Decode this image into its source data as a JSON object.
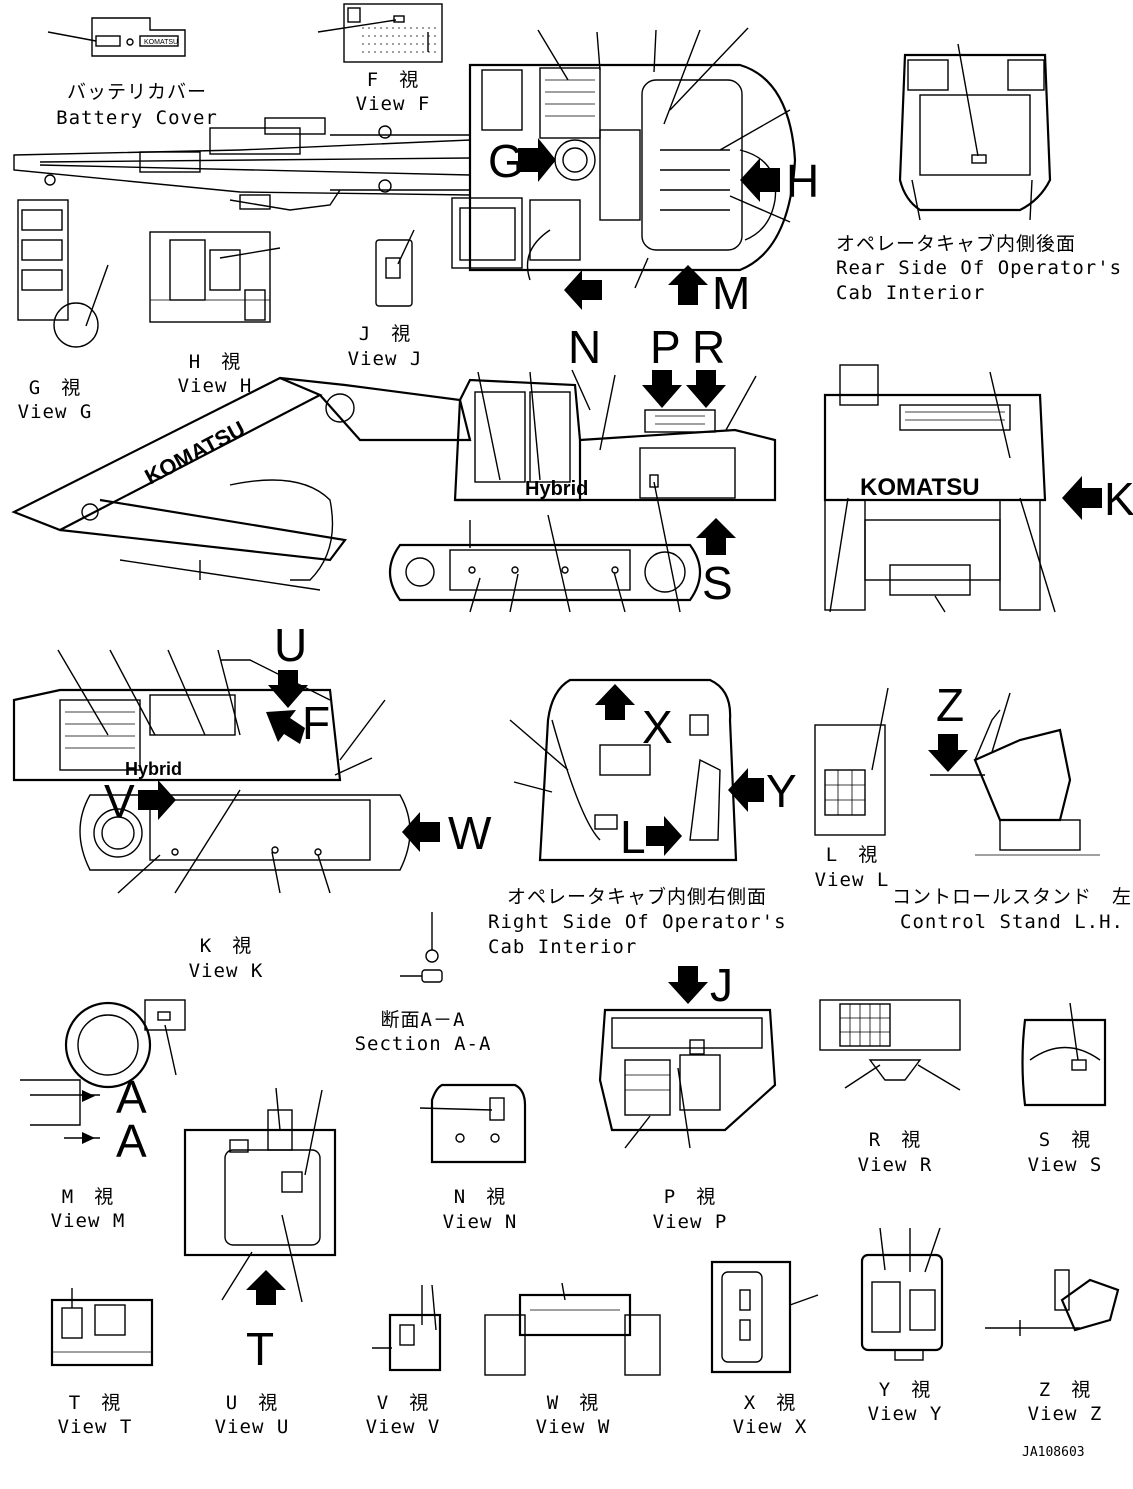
{
  "drawing_code": "JA108603",
  "views": {
    "battery_cover": {
      "jp": "バッテリカバー",
      "en": "Battery Cover"
    },
    "F": {
      "jp": "F　視",
      "en": "View F"
    },
    "G": {
      "jp": "G　視",
      "en": "View G"
    },
    "H": {
      "jp": "H　視",
      "en": "View H"
    },
    "J": {
      "jp": "J　視",
      "en": "View J"
    },
    "rear_cab": {
      "jp": "オペレータキャブ内側後面",
      "en1": "Rear Side Of Operator's",
      "en2": "Cab Interior"
    },
    "right_cab": {
      "jp": "オペレータキャブ内側右側面",
      "en1": "Right Side Of Operator's",
      "en2": "Cab Interior"
    },
    "K": {
      "jp": "K　視",
      "en": "View K"
    },
    "L": {
      "jp": "L　視",
      "en": "View L"
    },
    "control_stand": {
      "jp": "コントロールスタンド　左",
      "en": "Control Stand L.H."
    },
    "section_aa": {
      "jp": "断面A－A",
      "en": "Section A-A"
    },
    "M": {
      "jp": "M　視",
      "en": "View M"
    },
    "N": {
      "jp": "N　視",
      "en": "View N"
    },
    "P": {
      "jp": "P　視",
      "en": "View P"
    },
    "R": {
      "jp": "R　視",
      "en": "View R"
    },
    "S": {
      "jp": "S　視",
      "en": "View S"
    },
    "T": {
      "jp": "T　視",
      "en": "View T"
    },
    "U": {
      "jp": "U　視",
      "en": "View U"
    },
    "V": {
      "jp": "V　視",
      "en": "View V"
    },
    "W": {
      "jp": "W　視",
      "en": "View W"
    },
    "X": {
      "jp": "X　視",
      "en": "View X"
    },
    "Y": {
      "jp": "Y　視",
      "en": "View Y"
    },
    "Z": {
      "jp": "Z　視",
      "en": "View Z"
    }
  },
  "arrow_letters": {
    "G": "G",
    "H": "H",
    "M": "M",
    "N": "N",
    "P": "P",
    "R": "R",
    "S": "S",
    "K": "K",
    "U": "U",
    "F": "F",
    "V": "V",
    "W": "W",
    "X": "X",
    "Y": "Y",
    "L": "L",
    "Z": "Z",
    "J": "J",
    "A1": "A",
    "A2": "A",
    "T": "T"
  },
  "brand": {
    "name": "KOMATSU",
    "model": "Hybrid"
  }
}
